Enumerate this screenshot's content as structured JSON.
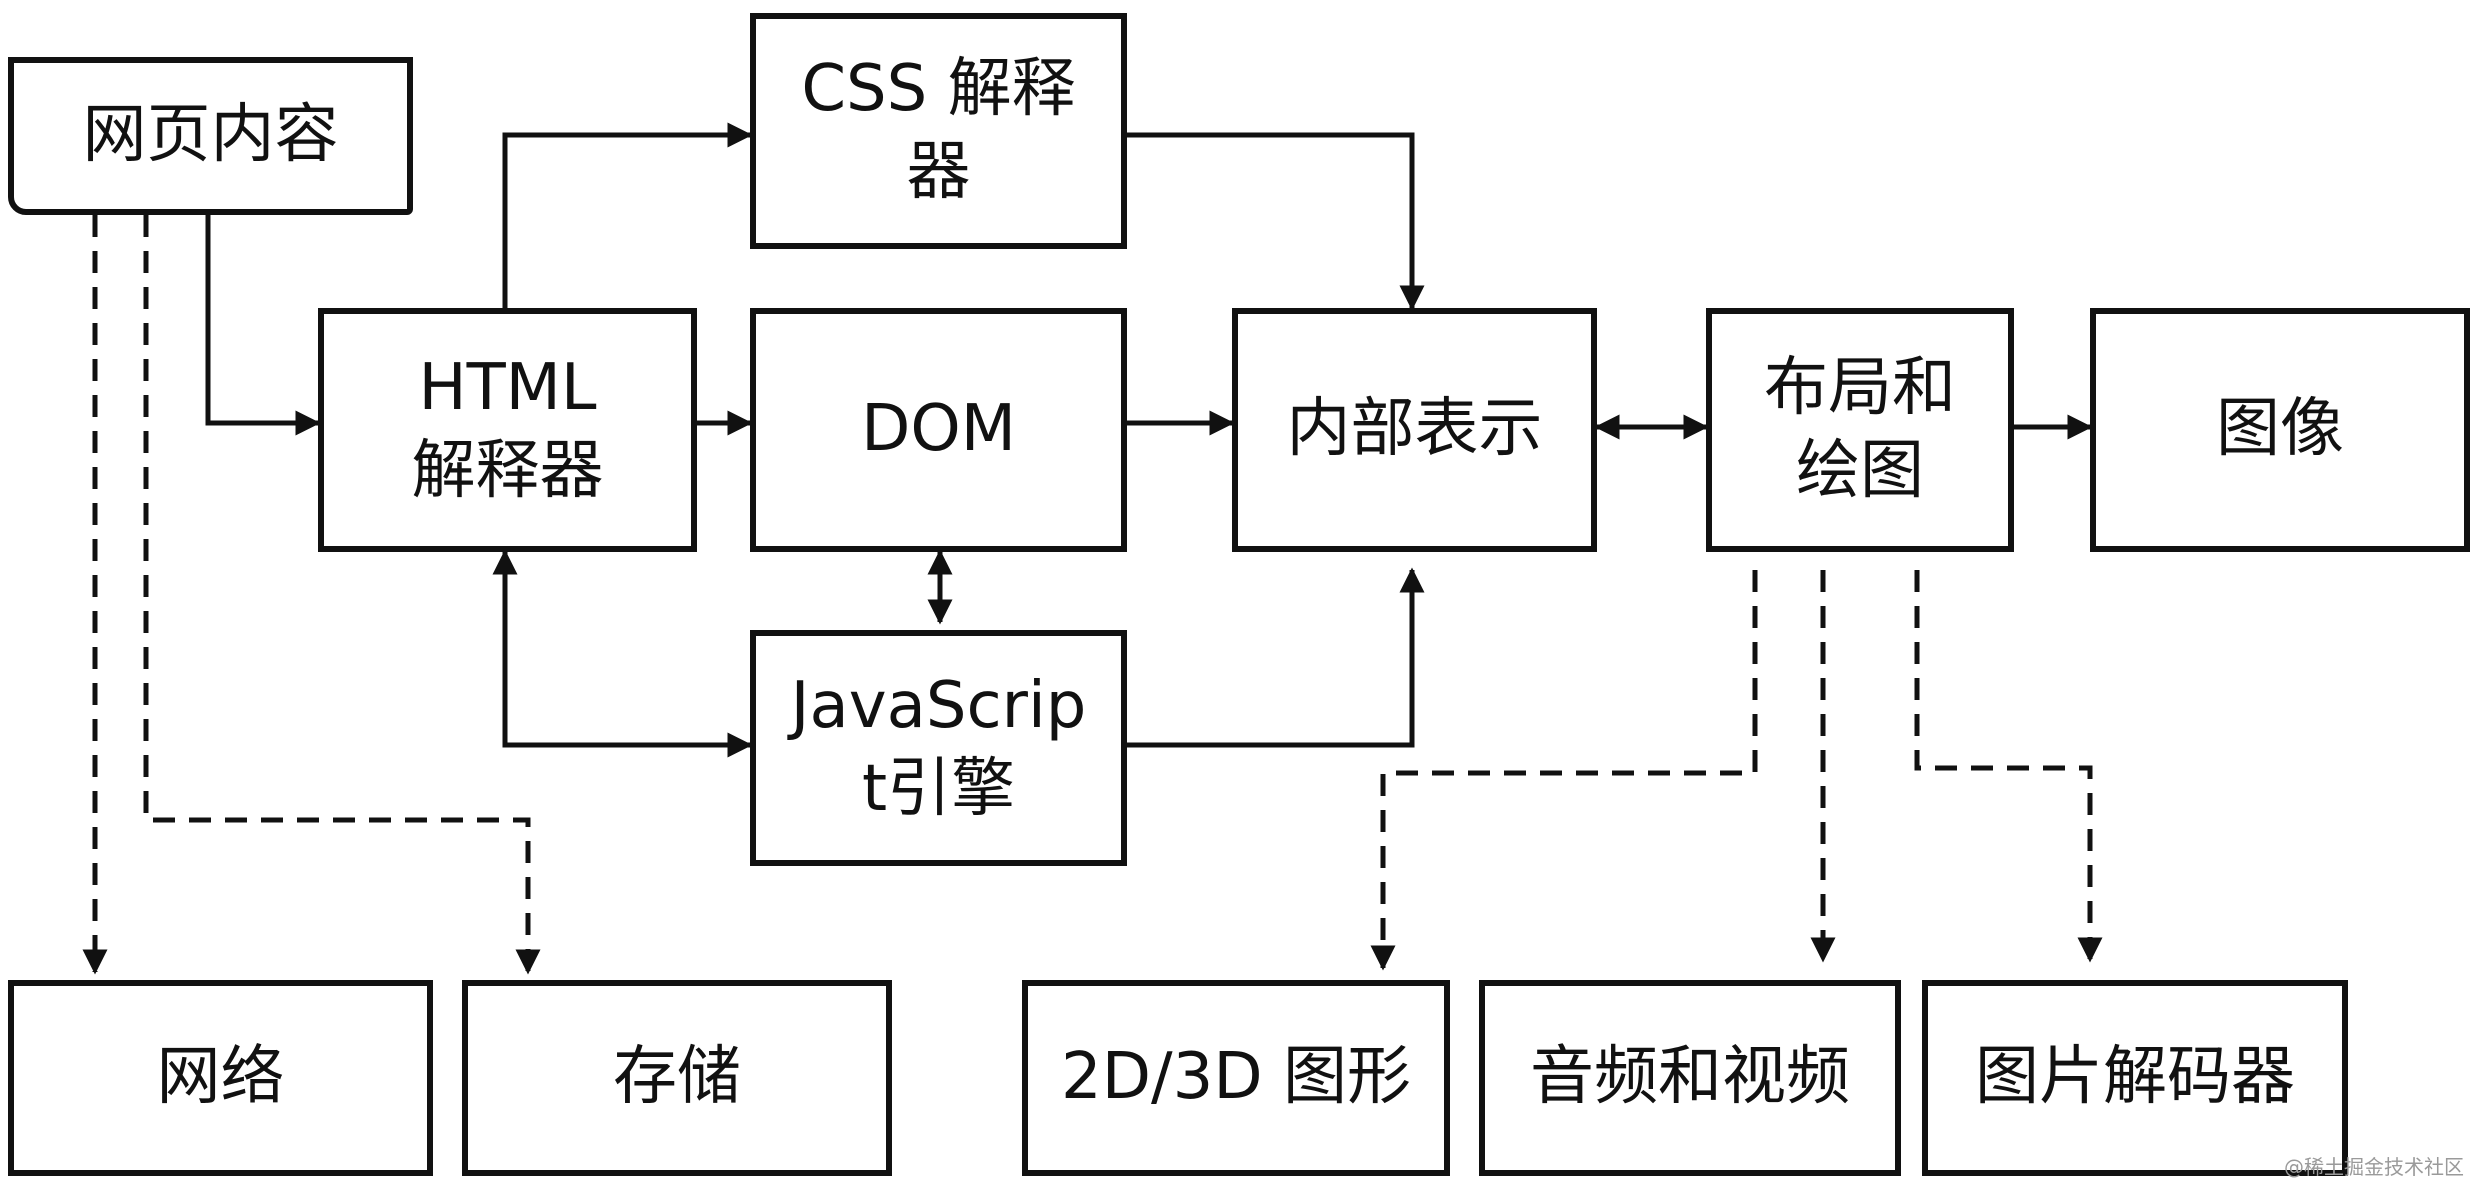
{
  "nodes": {
    "web_content": "网页内容",
    "html_parser": "HTML解释器",
    "css_parser": "CSS 解释器",
    "dom": "DOM",
    "js_engine": "JavaScript引擎",
    "internal_repr": "内部表示",
    "layout_paint": "布局和绘图",
    "image": "图像",
    "network": "网络",
    "storage": "存储",
    "graphics_2d3d": "2D/3D 图形",
    "audio_video": "音频和视频",
    "image_decoder": "图片解码器"
  },
  "watermark": "@稀土掘金技术社区",
  "colors": {
    "stroke": "#111111",
    "background": "#ffffff"
  }
}
